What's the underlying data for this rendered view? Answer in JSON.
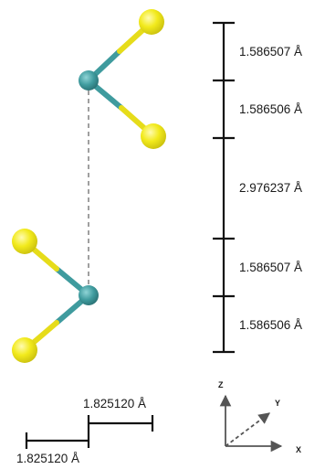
{
  "structure": {
    "atom_colors": {
      "metal": "#3f9b9e",
      "metal_highlight": "#8fd4d6",
      "chalcogen": "#f2ea1c",
      "chalcogen_highlight": "#fffbb0",
      "bond_teal": "#3f9b9e",
      "bond_yellow": "#e6dc1a"
    },
    "atoms": [
      {
        "element": "chalcogen",
        "id": "s-top-upper"
      },
      {
        "element": "metal",
        "id": "m-top"
      },
      {
        "element": "chalcogen",
        "id": "s-top-lower"
      },
      {
        "element": "chalcogen",
        "id": "s-bottom-upper"
      },
      {
        "element": "metal",
        "id": "m-bottom"
      },
      {
        "element": "chalcogen",
        "id": "s-bottom-lower"
      }
    ]
  },
  "vertical_scale": {
    "segments": [
      {
        "label": "1.586507 Å"
      },
      {
        "label": "1.586506 Å"
      },
      {
        "label": "2.976237 Å"
      },
      {
        "label": "1.586507 Å"
      },
      {
        "label": "1.586506 Å"
      }
    ]
  },
  "horizontal_scale": {
    "upper_label": "1.825120 Å",
    "lower_label": "1.825120 Å"
  },
  "axes": {
    "z_label": "Z",
    "y_label": "Y",
    "x_label": "X"
  }
}
